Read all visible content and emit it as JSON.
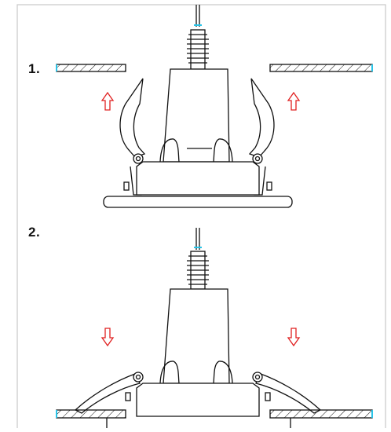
{
  "steps": [
    {
      "label": "1.",
      "arrow_direction": "up"
    },
    {
      "label": "2.",
      "arrow_direction": "down"
    }
  ],
  "colors": {
    "frame": "#c8c8c8",
    "line": "#111111",
    "arrow": "#e02020",
    "cable_marker": "#29c4e8",
    "ceiling_edge": "#29c4e8"
  }
}
